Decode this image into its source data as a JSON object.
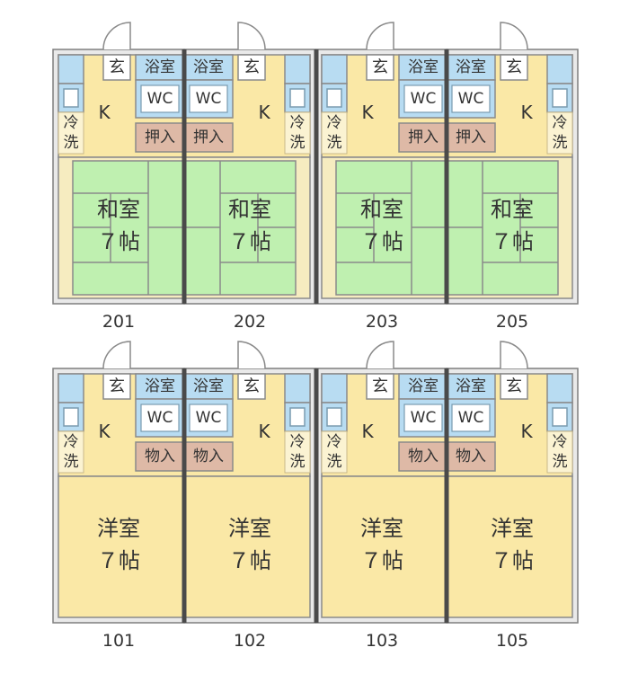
{
  "labels": {
    "entrance": "玄",
    "bath": "浴室",
    "toilet": "WC",
    "kitchen": "K",
    "washer_top": "冷",
    "washer_bottom": "洗",
    "closet_upper": "押入",
    "closet_lower": "物入",
    "room_upper_line1": "和室",
    "room_lower_line1": "洋室",
    "room_size": "７帖"
  },
  "units": [
    {
      "number": "201",
      "floor": "upper",
      "room_type": "和室"
    },
    {
      "number": "202",
      "floor": "upper",
      "room_type": "和室"
    },
    {
      "number": "203",
      "floor": "upper",
      "room_type": "和室"
    },
    {
      "number": "205",
      "floor": "upper",
      "room_type": "和室"
    },
    {
      "number": "101",
      "floor": "lower",
      "room_type": "洋室"
    },
    {
      "number": "102",
      "floor": "lower",
      "room_type": "洋室"
    },
    {
      "number": "103",
      "floor": "lower",
      "room_type": "洋室"
    },
    {
      "number": "105",
      "floor": "lower",
      "room_type": "洋室"
    }
  ],
  "colors": {
    "kitchen": "#fae8a6",
    "tatami": "#bff0b0",
    "western_room": "#fae8a6",
    "bath": "#b8dcf2",
    "closet": "#deb9a6",
    "wall": "#7e7e7e",
    "party_wall": "#4a4a4a"
  }
}
